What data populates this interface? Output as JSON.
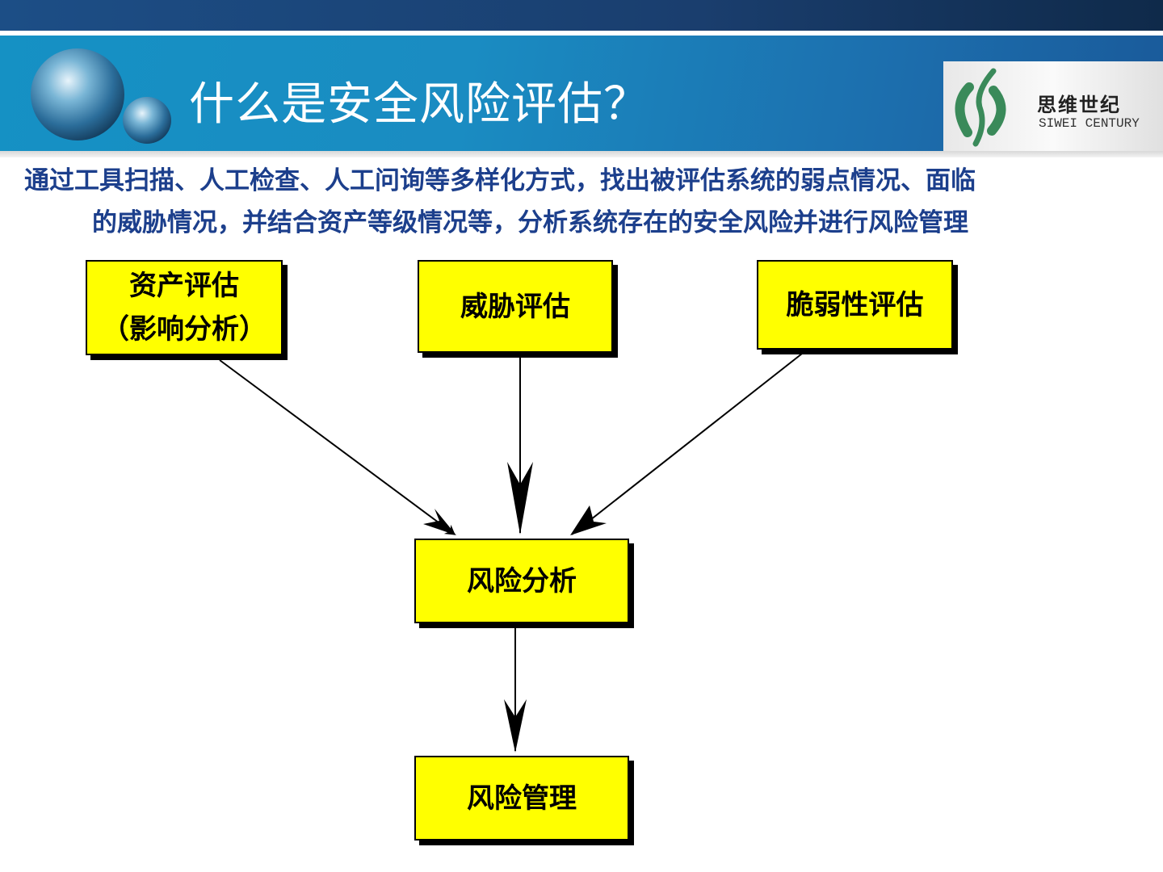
{
  "header": {
    "title": "什么是安全风险评估？"
  },
  "logo": {
    "cn": "思维世纪",
    "en": "SIWEI CENTURY"
  },
  "description": {
    "line1": "通过工具扫描、人工检查、人工问询等多样化方式，找出被评估系统的弱点情况、面临",
    "line2": "的威胁情况，并结合资产等级情况等，分析系统存在的安全风险并进行风险管理"
  },
  "diagram": {
    "asset": {
      "line1": "资产评估",
      "line2": "（影响分析）"
    },
    "threat": "威胁评估",
    "vuln": "脆弱性评估",
    "analysis": "风险分析",
    "management": "风险管理",
    "colors": {
      "box": "#ffff00",
      "text": "#1c3f8c"
    }
  }
}
